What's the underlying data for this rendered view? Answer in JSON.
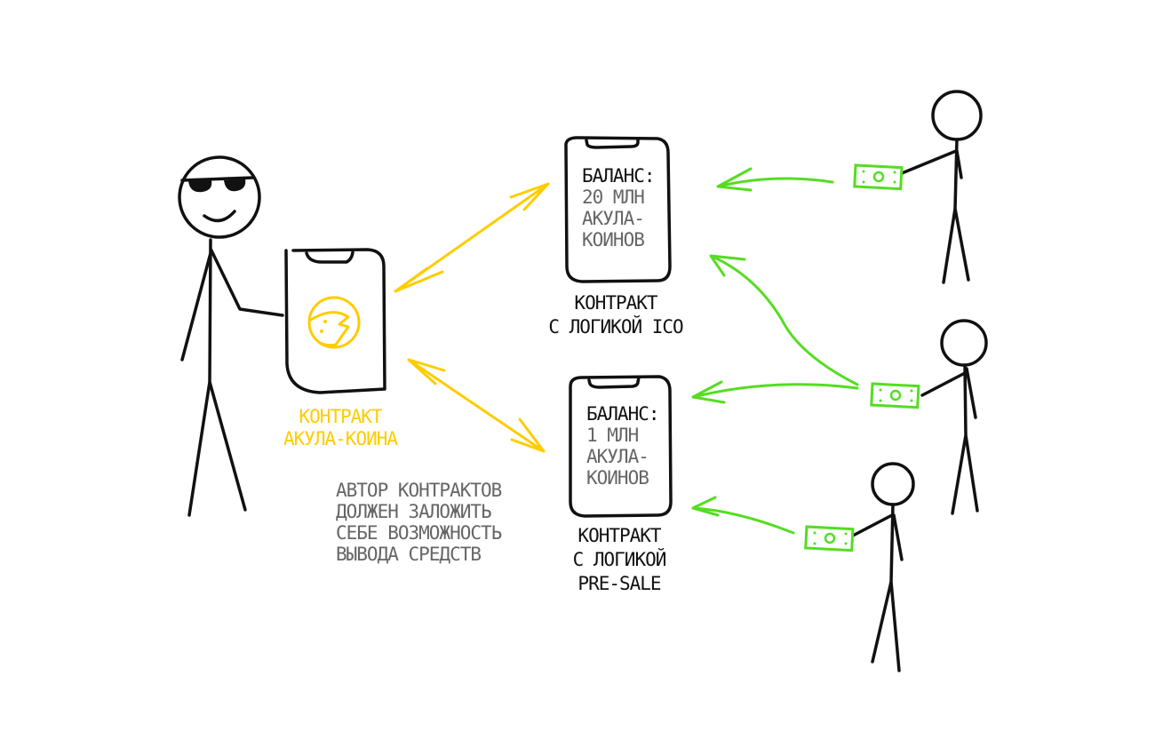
{
  "colors": {
    "ink": "#111111",
    "accent_yellow": "#ffcc00",
    "money_green": "#55dd22",
    "note_gray": "#666666"
  },
  "token_contract": {
    "label_line1": "КОНТРАКТ",
    "label_line2": "АКУЛА-КОИНА",
    "icon": "shark-coin-icon"
  },
  "ico_contract": {
    "balance_label": "БАЛАНС:",
    "balance_lines": [
      "20 МЛН",
      "АКУЛА-",
      "КОИНОВ"
    ],
    "label_lines": [
      "КОНТРАКТ",
      "С ЛОГИКОЙ ICO"
    ]
  },
  "presale_contract": {
    "balance_label": "БАЛАНС:",
    "balance_lines": [
      "1 МЛН",
      "АКУЛА-",
      "КОИНОВ"
    ],
    "label_lines": [
      "КОНТРАКТ",
      "С ЛОГИКОЙ",
      "PRE-SALE"
    ]
  },
  "note_lines": [
    "АВТОР КОНТРАКТОВ",
    "ДОЛЖЕН ЗАЛОЖИТЬ",
    "СЕБЕ ВОЗМОЖНОСТЬ",
    "ВЫВОДА СРЕДСТВ"
  ]
}
